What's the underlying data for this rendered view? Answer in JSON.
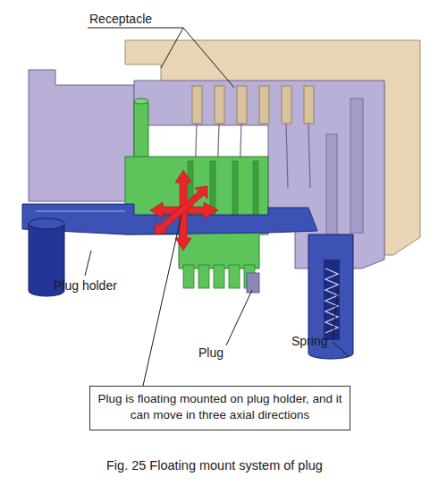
{
  "diagram": {
    "caption": "Fig. 25 Floating mount system of plug",
    "nodes": [
      {
        "text": [
          "Plug is floating mounted on plug holder, and it can move in three axial directions"
        ]
      }
    ],
    "edges": [],
    "labels": [
      "Receptacle",
      "Plug holder",
      "Plug",
      "Spring"
    ]
  }
}
